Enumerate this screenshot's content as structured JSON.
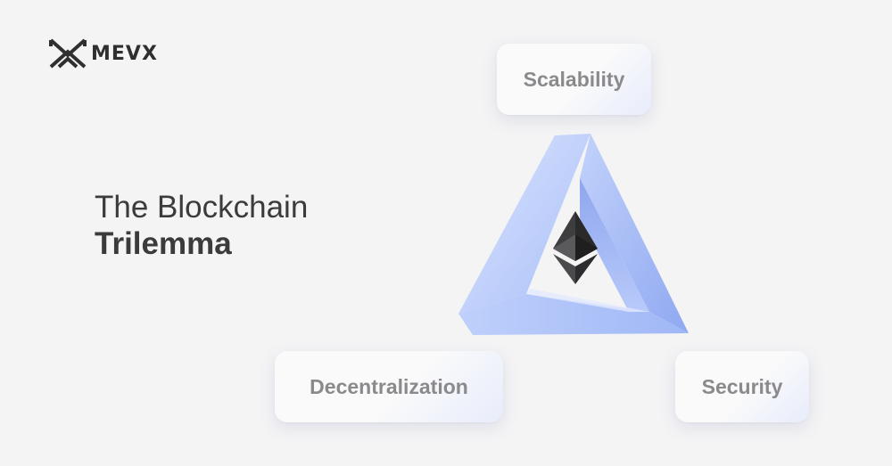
{
  "brand": {
    "name_main": "MEV",
    "name_tail": "X"
  },
  "headline": {
    "line1": "The Blockchain",
    "line2": "Trilemma"
  },
  "nodes": {
    "top": "Scalability",
    "bottom_left": "Decentralization",
    "bottom_right": "Security"
  },
  "colors": {
    "background": "#f4f4f5",
    "triangle_light": "#c9d6fb",
    "triangle_mid": "#a8bdf8",
    "triangle_dark": "#8aa3f0",
    "text_dark": "#3b3b3c",
    "text_muted": "#8a8a8c"
  },
  "icons": {
    "center": "ethereum-icon",
    "logo": "mevx-logo-icon"
  }
}
